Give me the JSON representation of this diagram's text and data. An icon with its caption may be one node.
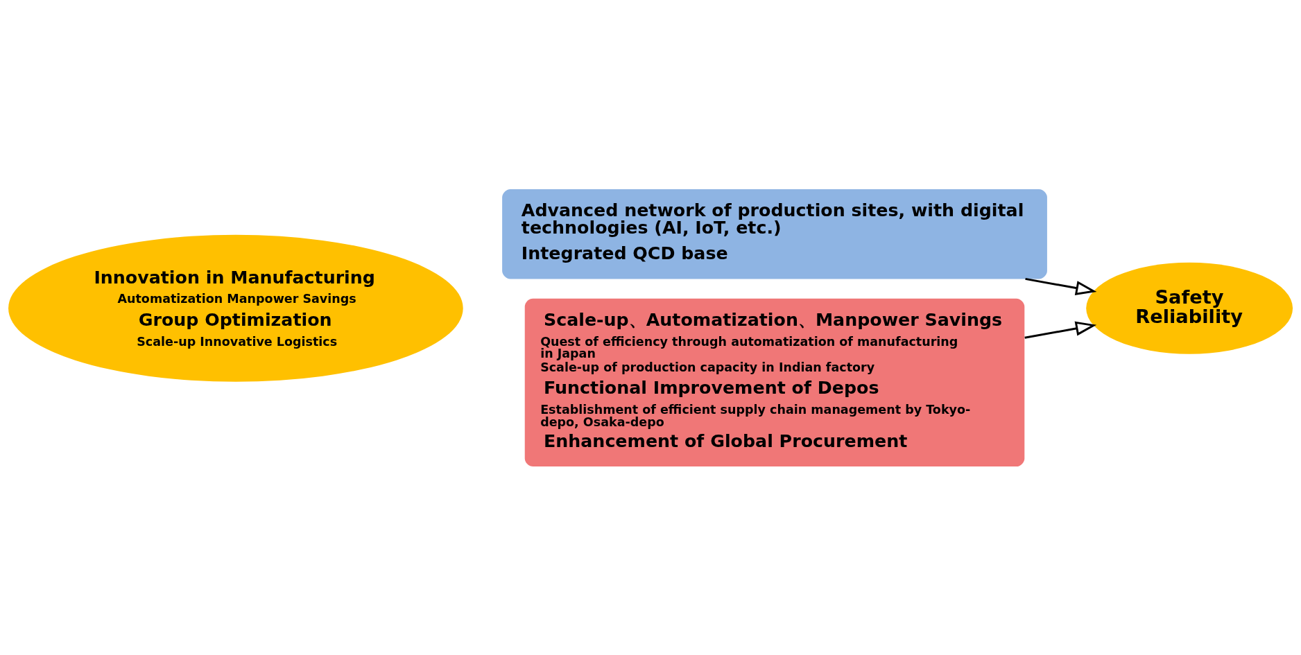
{
  "diagram": {
    "nodes": [
      {
        "text": [
          "Innovation in Manufacturing",
          "Automatization Manpower Savings",
          "Group Optimization",
          "Scale-up Innovative Logistics"
        ]
      },
      {
        "text": [
          "Advanced network of production sites, with digital technologies (AI, IoT, etc.)",
          "Integrated QCD base"
        ]
      },
      {
        "text": [
          "Scale-up、Automatization、Manpower Savings",
          "Quest of efficiency through automatization of manufacturing in Japan",
          "Scale-up of production capacity in Indian factory",
          "Functional Improvement of Depos",
          "Establishment of efficient supply chain management by Tokyo-depo, Osaka-depo",
          "Enhancement of Global Procurement"
        ]
      },
      {
        "text": [
          "Safety Reliability"
        ]
      }
    ],
    "edges": [
      {
        "from": 1,
        "to": 3,
        "arrow": "to"
      },
      {
        "from": 2,
        "to": 3,
        "arrow": "to"
      }
    ]
  }
}
